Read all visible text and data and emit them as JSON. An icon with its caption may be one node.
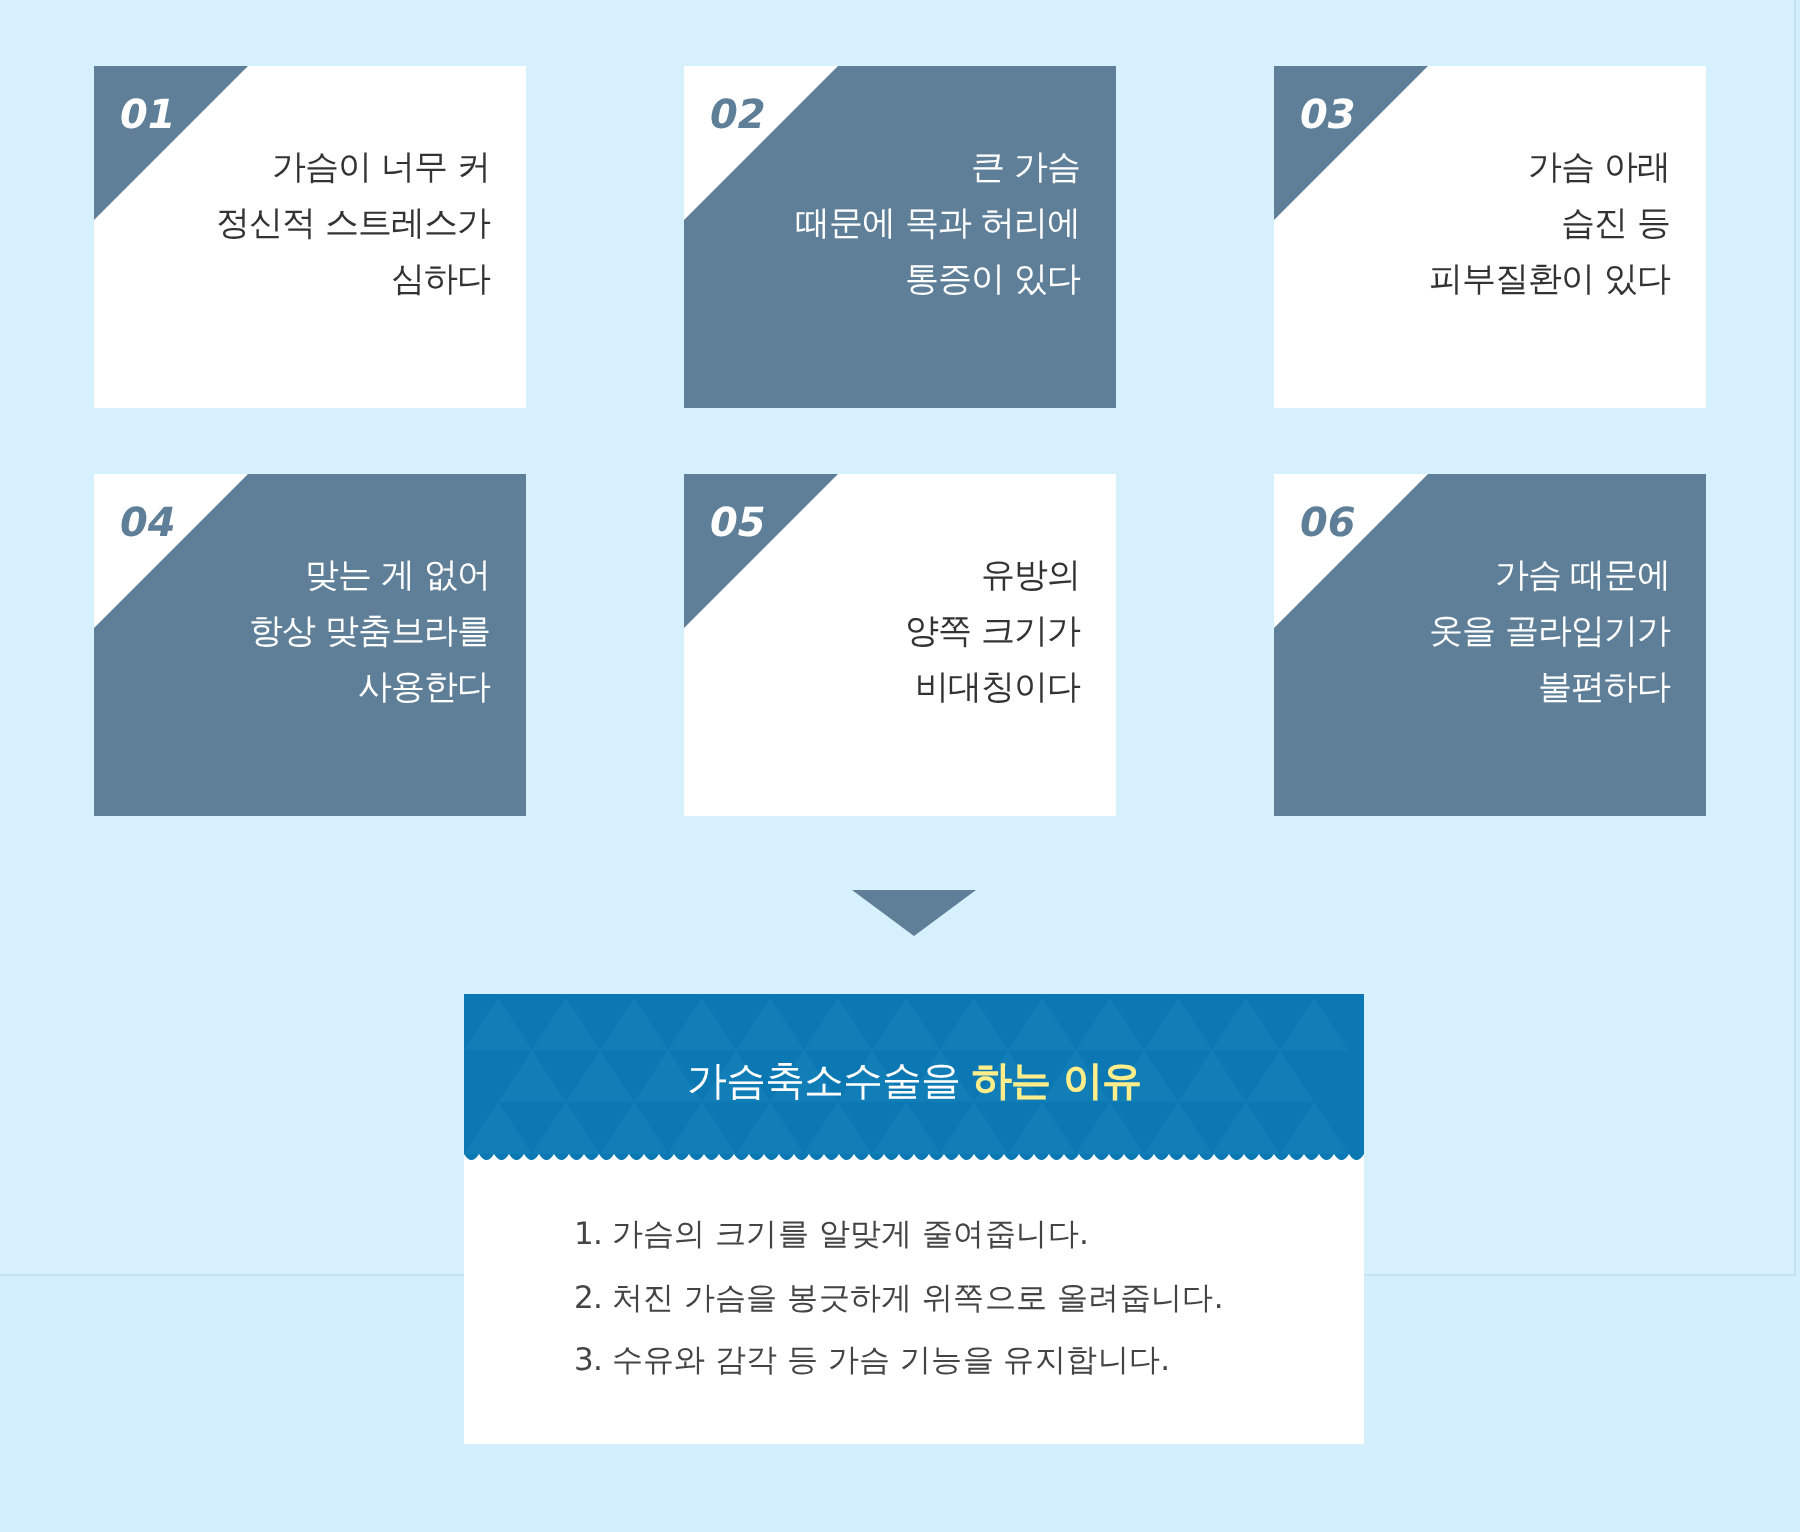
{
  "diagram": {
    "nodes": [
      {
        "text": [
          "01",
          "가슴이 너무 커 정신적 스트레스가 심하다"
        ]
      },
      {
        "text": [
          "02",
          "큰 가슴 때문에 목과 허리에 통증이 있다"
        ]
      },
      {
        "text": [
          "03",
          "가슴 아래 습진 등 피부질환이 있다"
        ]
      },
      {
        "text": [
          "04",
          "맞는 게 없어 항상 맞춤브라를 사용한다"
        ]
      },
      {
        "text": [
          "05",
          "유방의 양쪽 크기가 비대칭이다"
        ]
      },
      {
        "text": [
          "06",
          "가슴 때문에 옷을 골라입기가 불편하다"
        ]
      },
      {
        "text": [
          "가슴축소수술을 **하는 이유**",
          "1. 가슴의 크기를 알맞게 줄여줍니다.",
          "2. 처진 가슴을 봉긋하게 위쪽으로 올려줍니다.",
          "3. 수유와 감각 등 가슴 기능을 유지합니다."
        ]
      }
    ],
    "edges": [
      {
        "from": null,
        "to": 6,
        "arrow": "to"
      }
    ]
  }
}
